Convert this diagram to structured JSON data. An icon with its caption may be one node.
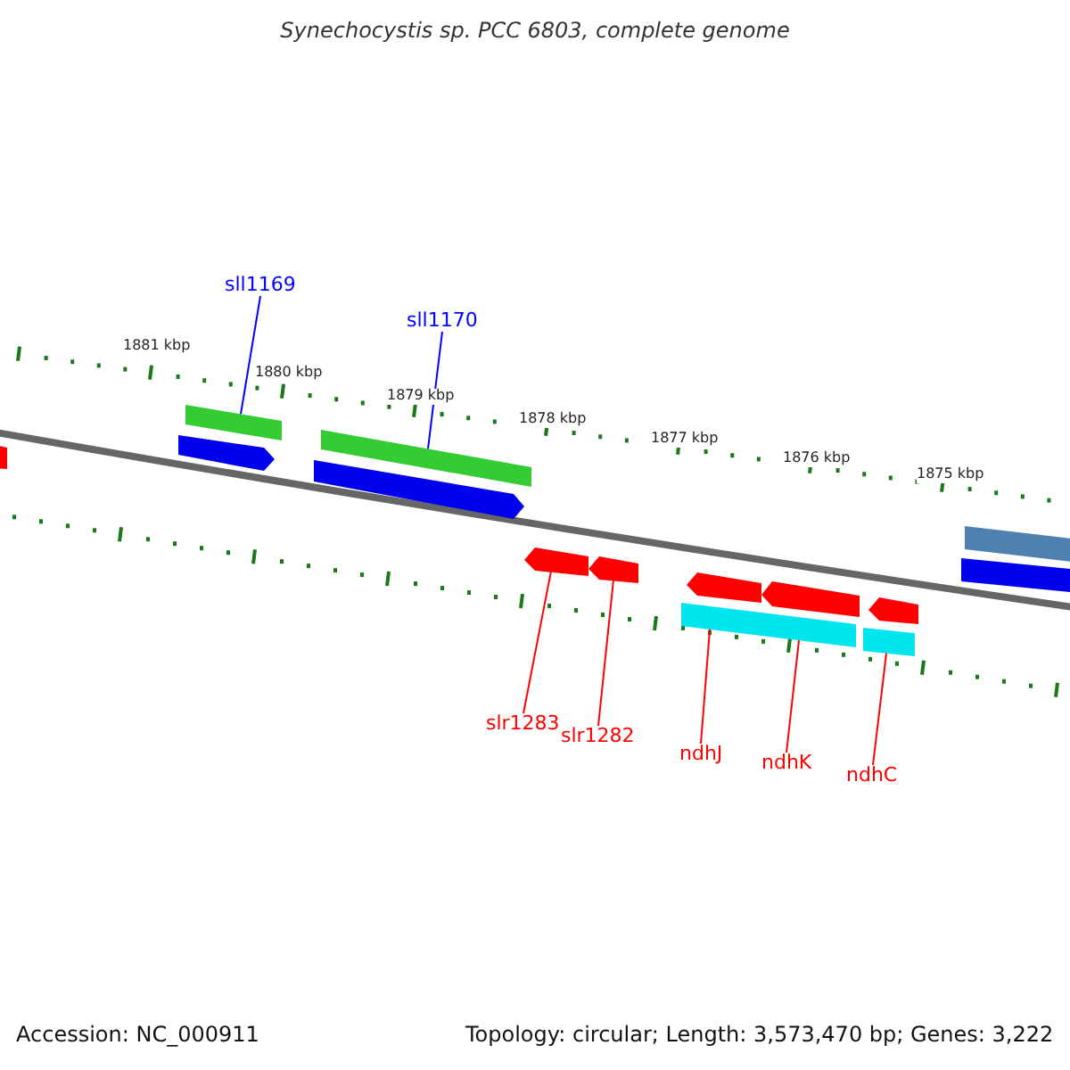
{
  "diagram": {
    "title": "Synechocystis sp. PCC 6803, complete genome",
    "nodes": [
      {
        "text": [
          "sll1169"
        ]
      },
      {
        "text": [
          "sll1170"
        ]
      },
      {
        "text": [],
        "shape": "pentagon"
      },
      {
        "text": [],
        "shape": "bar"
      },
      {
        "text": [],
        "shape": "pentagon"
      },
      {
        "text": [],
        "shape": "bar"
      },
      {
        "text": [],
        "shape": "pentagon"
      },
      {
        "text": [],
        "shape": "pentagon"
      },
      {
        "text": [],
        "shape": "pentagon"
      },
      {
        "text": [],
        "shape": "pentagon"
      },
      {
        "text": [],
        "shape": "pentagon"
      },
      {
        "text": [],
        "shape": "bar"
      },
      {
        "text": [],
        "shape": "pentagon"
      },
      {
        "text": [],
        "shape": "bar"
      },
      {
        "text": [],
        "shape": "bar"
      },
      {
        "text": [],
        "shape": "bar"
      },
      {
        "text": [
          "slr1283"
        ]
      },
      {
        "text": [
          "slr1282"
        ]
      },
      {
        "text": [
          "ndhJ"
        ]
      },
      {
        "text": [
          "ndhK"
        ]
      },
      {
        "text": [
          "ndhC"
        ]
      }
    ],
    "edges": [
      {
        "from": 0,
        "to": 3,
        "arrow": "none",
        "color": "#0000ff"
      },
      {
        "from": 1,
        "to": 5,
        "arrow": "none",
        "color": "#0000ff"
      },
      {
        "from": 16,
        "to": 7,
        "arrow": "none"
      },
      {
        "from": 17,
        "to": 8,
        "arrow": "none"
      },
      {
        "from": 18,
        "to": 11,
        "arrow": "none"
      },
      {
        "from": 19,
        "to": 11,
        "arrow": "none"
      },
      {
        "from": 20,
        "to": 13,
        "arrow": "none"
      }
    ],
    "labels": [
      "1881 kbp",
      "1880 kbp",
      "1879 kbp",
      "1878 kbp",
      "1877 kbp",
      "1876 kbp",
      "1875 kbp",
      "Accession: NC_000911",
      "Topology: circular; Length: 3,573,470 bp; Genes: 3,222"
    ]
  }
}
